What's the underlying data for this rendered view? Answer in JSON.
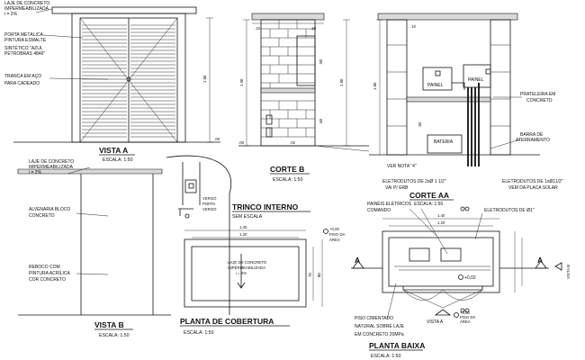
{
  "vista_a": {
    "title": "VISTA A",
    "scale": "ESCALA: 1:50",
    "notes": {
      "laje_1": "LAJE DE CONCRETO",
      "laje_2": "IMPERMEABILIZADA",
      "laje_3": "i = 2%",
      "porta_1": "PORTA METÁLICA",
      "porta_2": "PINTURA ESMALTE",
      "porta_3": "SINTÉTICO \"AZUL",
      "porta_4": "PETROBRÁS 4846\"",
      "tranca_1": "TRANCA EM AÇO",
      "tranca_2": "PARA CADEADO"
    },
    "dim_height": "1.80",
    "dim_base": ".00"
  },
  "corte_b": {
    "title": "CORTE B",
    "scale": "ESCALA: 1:50",
    "dim_top_left": ".10",
    "dim_top_right": ".10",
    "dim_height_left": "1.90",
    "dim_height_right": "1.80",
    "dim_mid": ".80",
    "dim_low": ".60",
    "dim_base": ".00",
    "dim_base_right": ".02"
  },
  "corte_aa": {
    "title": "CORTE AA",
    "dim_top": ".10",
    "dim_height": "1.80",
    "painel_1": "PAINEL",
    "painel_2": "PAINEL",
    "prateleira_1": "PRATELEIRA EM",
    "prateleira_2": "CONCRETO",
    "barra_1": "BARRA DE",
    "barra_2": "ATERRAMENTO",
    "bateria": "BATERIA",
    "dim_30": ".30",
    "ver_nota": "VER NOTA \"4\"",
    "eletro_1": "ELETRODUTOS DE 2xØ 1 1/2\"",
    "eletro_2": "VAI P/ ERB",
    "eletro_3": "ELETRODUTOS DE 1xØ11/2\"",
    "eletro_4": "VEM DA PLACA SOLAR"
  },
  "vista_b": {
    "title": "VISTA B",
    "scale": "ESCALA: 1:50",
    "notes": {
      "laje_1": "LAJE DE CONCRETO",
      "laje_2": "IMPERMEABILIZADA",
      "laje_3": "i = 2%",
      "alv_1": "ALVENARIA BLOCO",
      "alv_2": "CONCRETO",
      "reb_1": "REBOCO COM",
      "reb_2": "PINTURA ACRÍLICA",
      "reb_3": "COR CONCRETO"
    }
  },
  "trinco": {
    "title": "TRINCO INTERNO",
    "scale": "SEM ESCALA",
    "label_1": "VERGO",
    "label_2": "PORTA",
    "label_3": "VERGO"
  },
  "planta_cobertura": {
    "title": "PLANTA DE COBERTURA",
    "scale": "ESCALA: 1:50",
    "dim_outer": "1.40",
    "dim_inner": "1.20",
    "dim_h_outer": "80",
    "dim_h_inner": "70",
    "note_1": "LAJE DE CONCRETO",
    "note_2": "IMPERMEABILIZADA",
    "note_3": "i = 2%",
    "level_1": "+0,00",
    "level_2": "PISO DA",
    "level_3": "ÁREA"
  },
  "planta_baixa": {
    "title": "PLANTA BAIXA",
    "scale": "ESCALA: 1:50",
    "paineis_1": "PAINÉIS ELÉTRICOS",
    "paineis_2": "COMANDO",
    "escala_overlay": "ESCALA: 1:50",
    "eletrodutos": "ELETRODUTOS DE Ø1\"",
    "dim_1": "1.40",
    "dim_2": "1.20",
    "level": "+0,02",
    "level_2": "+0,00",
    "level_3": "PISO DA",
    "level_4": "ÁREA",
    "cut_a": "A",
    "cut_a2": "A",
    "vista_b_ref": "VISTA B",
    "vista_a_ref": "VISTA A",
    "piso_1": "PISO CIMENTADO",
    "piso_2": "NATURAL SOBRE LAJE",
    "piso_3": "EM CONCRETO 20MPa"
  }
}
